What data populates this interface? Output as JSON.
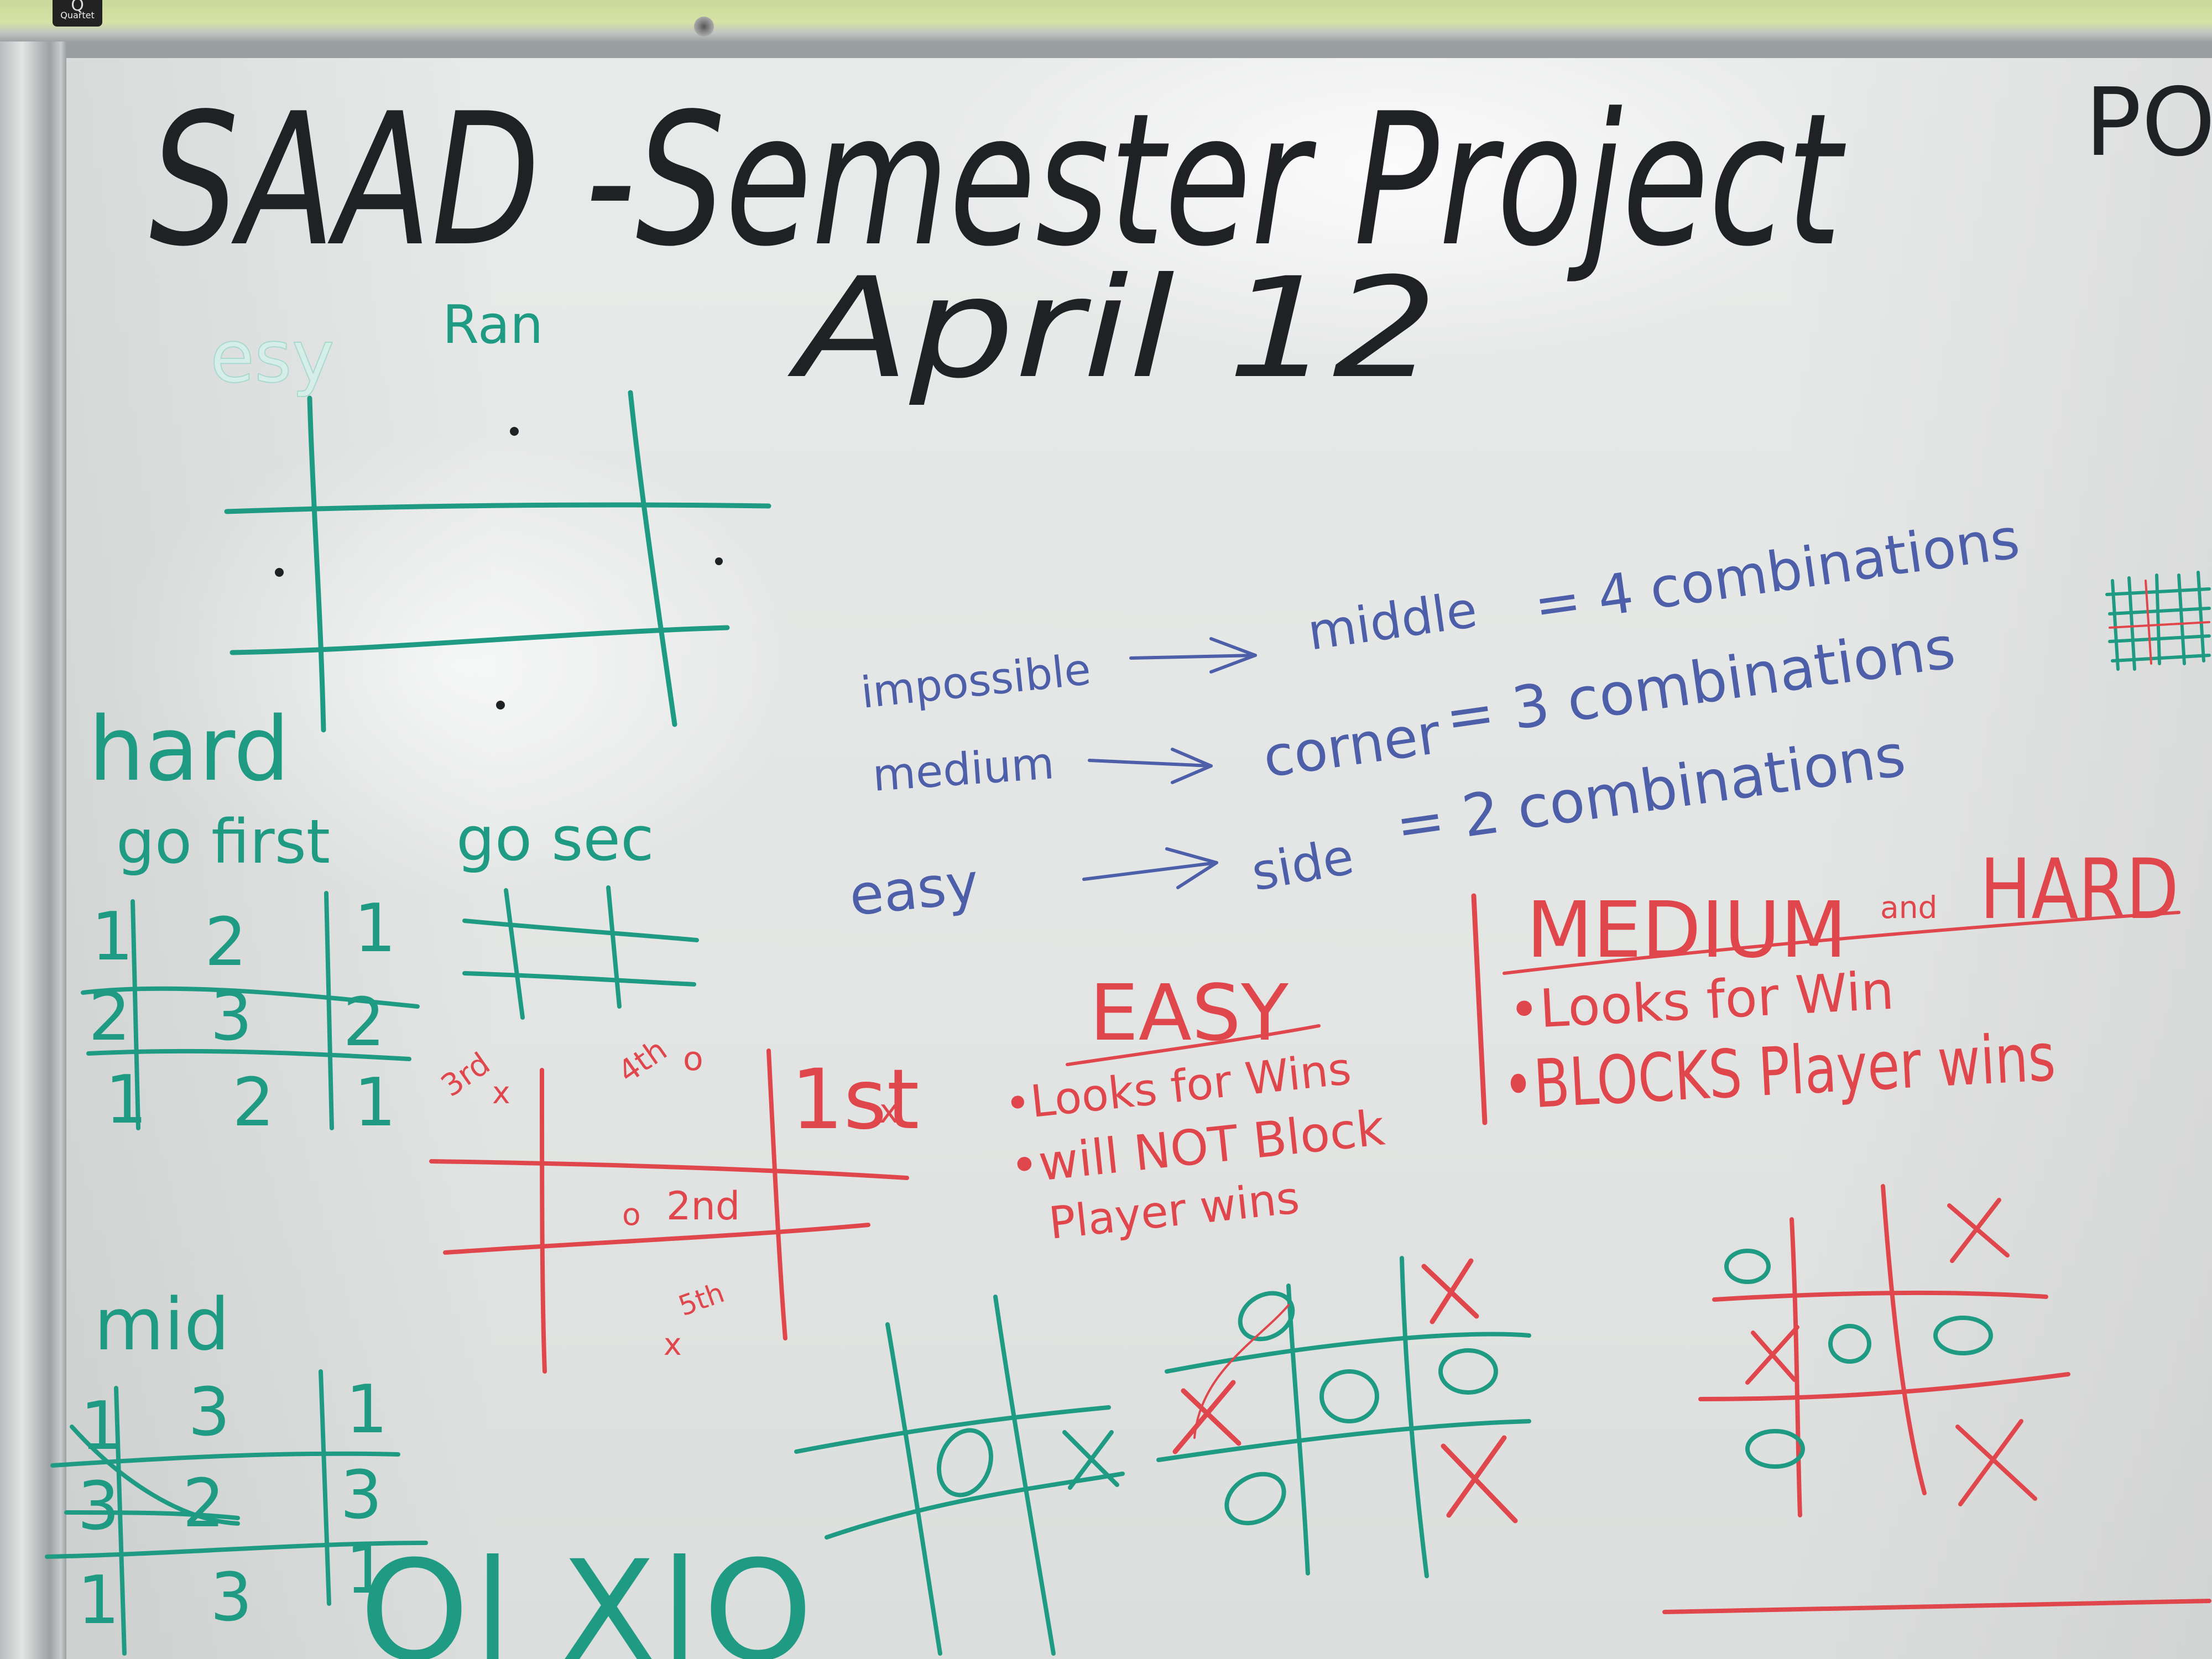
{
  "brand": {
    "logo_text": "Quartet",
    "logo_glyph": "Q"
  },
  "board": {
    "title": "SAAD -Semester Project",
    "date": "April 12",
    "corner_fragment": "PO",
    "easy_rand_labels": [
      "esy",
      "Ran"
    ],
    "hard_section": {
      "heading": "hard",
      "go_first": "go first",
      "go_second": "go sec",
      "grid": [
        [
          "1",
          "2",
          "1"
        ],
        [
          "2",
          "3",
          "2"
        ],
        [
          "1",
          "2",
          "1"
        ]
      ]
    },
    "mid_section": {
      "heading": "mid",
      "grid": [
        [
          "1",
          "3",
          "1"
        ],
        [
          "3",
          "2",
          "3"
        ],
        [
          "1",
          "3",
          "1"
        ]
      ]
    },
    "difficulty_notes": [
      {
        "level": "impossible",
        "position": "middle",
        "combos": "= 4 combinations"
      },
      {
        "level": "medium",
        "position": "corner",
        "combos": "= 3 combinations"
      },
      {
        "level": "easy",
        "position": "side",
        "combos": "= 2 combinations"
      }
    ],
    "order_grid_labels": {
      "first": "1st",
      "second": "2nd",
      "third": "3rd",
      "fourth": "4th",
      "fifth": "5th"
    },
    "easy_box": {
      "heading": "EASY",
      "bullets": [
        "•Looks for Wins",
        "•will NOT Block",
        "Player wins"
      ]
    },
    "medium_hard_box": {
      "heading": "MEDIUM",
      "conj": "and",
      "heading2": "HARD",
      "bullets": [
        "•Looks for Win",
        "•BLOCKS Player wins"
      ]
    },
    "bottom_marks": "O| X|O"
  },
  "colors": {
    "black": "#1f2124",
    "teal": "#1f9b84",
    "red": "#e0474d",
    "blue": "#4d5fa8"
  }
}
